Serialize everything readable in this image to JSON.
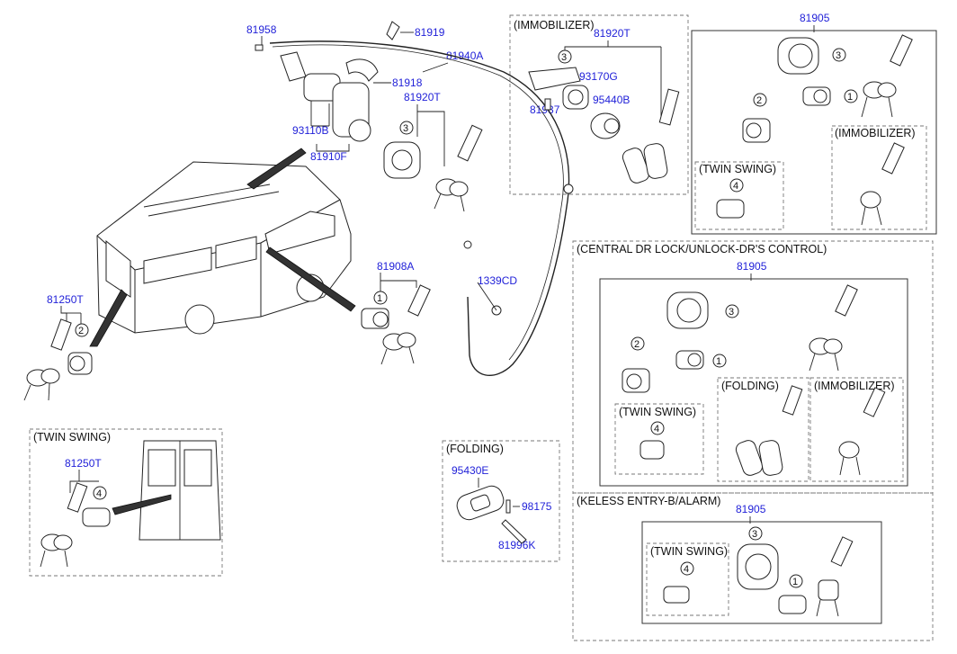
{
  "parts": {
    "p81958": "81958",
    "p81919": "81919",
    "p81940A": "81940A",
    "p81918": "81918",
    "p93110B": "93110B",
    "p81920T_main": "81920T",
    "p81910F": "81910F",
    "p81908A": "81908A",
    "p1339CD": "1339CD",
    "p81250T_main": "81250T",
    "p81250T_twin": "81250T",
    "p81920T_imm": "81920T",
    "p93170G": "93170G",
    "p95440B": "95440B",
    "p81937": "81937",
    "p81905_top": "81905",
    "p81905_central": "81905",
    "p81905_keyless": "81905",
    "p95430E": "95430E",
    "p98175": "98175",
    "p81996K": "81996K"
  },
  "captions": {
    "immobilizer_box": "(IMMOBILIZER)",
    "twin_swing_main": "(TWIN SWING)",
    "folding_box": "(FOLDING)",
    "top_immobilizer": "(IMMOBILIZER)",
    "top_twin_swing": "(TWIN SWING)",
    "central": "(CENTRAL DR LOCK/UNLOCK-DR'S CONTROL)",
    "central_folding": "(FOLDING)",
    "central_immobilizer": "(IMMOBILIZER)",
    "central_twin_swing": "(TWIN SWING)",
    "keyless": "(KELESS ENTRY-B/ALARM)",
    "keyless_twin_swing": "(TWIN SWING)"
  },
  "callouts": {
    "c1": "1",
    "c2": "2",
    "c3": "3",
    "c4": "4"
  },
  "colors": {
    "part_number": "#1f1fd8",
    "caption": "#111111",
    "dashed_box": "#777777"
  }
}
